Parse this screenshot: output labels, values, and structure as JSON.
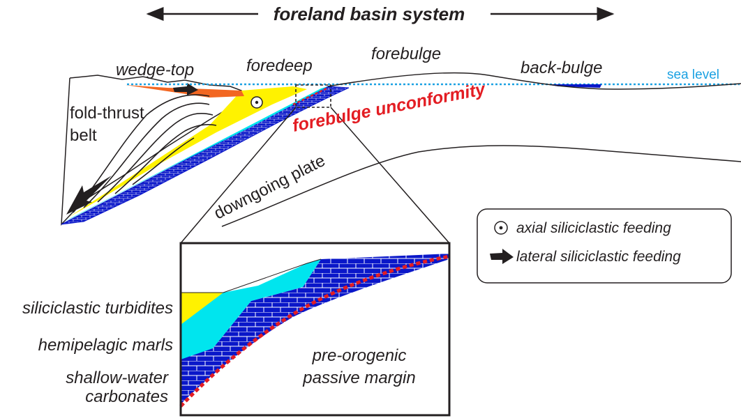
{
  "title": "foreland basin system",
  "zones": {
    "wedge_top": "wedge-top",
    "foredeep": "foredeep",
    "forebulge": "forebulge",
    "back_bulge": "back-bulge"
  },
  "sea_level": "sea level",
  "fold_thrust_belt": [
    "fold-thrust",
    "belt"
  ],
  "forebulge_unconformity": "forebulge unconformity",
  "downgoing_plate": "downgoing plate",
  "legend": {
    "axial": "axial siliciclastic feeding",
    "lateral": "lateral siliciclastic feeding"
  },
  "inset_labels": {
    "turbidites": "siliciclastic turbidites",
    "marls": "hemipelagic marls",
    "carbonates": [
      "shallow-water",
      "carbonates"
    ],
    "passive_margin": [
      "pre-orogenic",
      "passive margin"
    ]
  },
  "colors": {
    "turbidites": "#fff200",
    "marls": "#00e5ee",
    "carbonates": "#0a17c9",
    "wedge_top_deposit": "#f26722",
    "unconformity": "#e31d23",
    "sea_level": "#1ba1e2"
  }
}
